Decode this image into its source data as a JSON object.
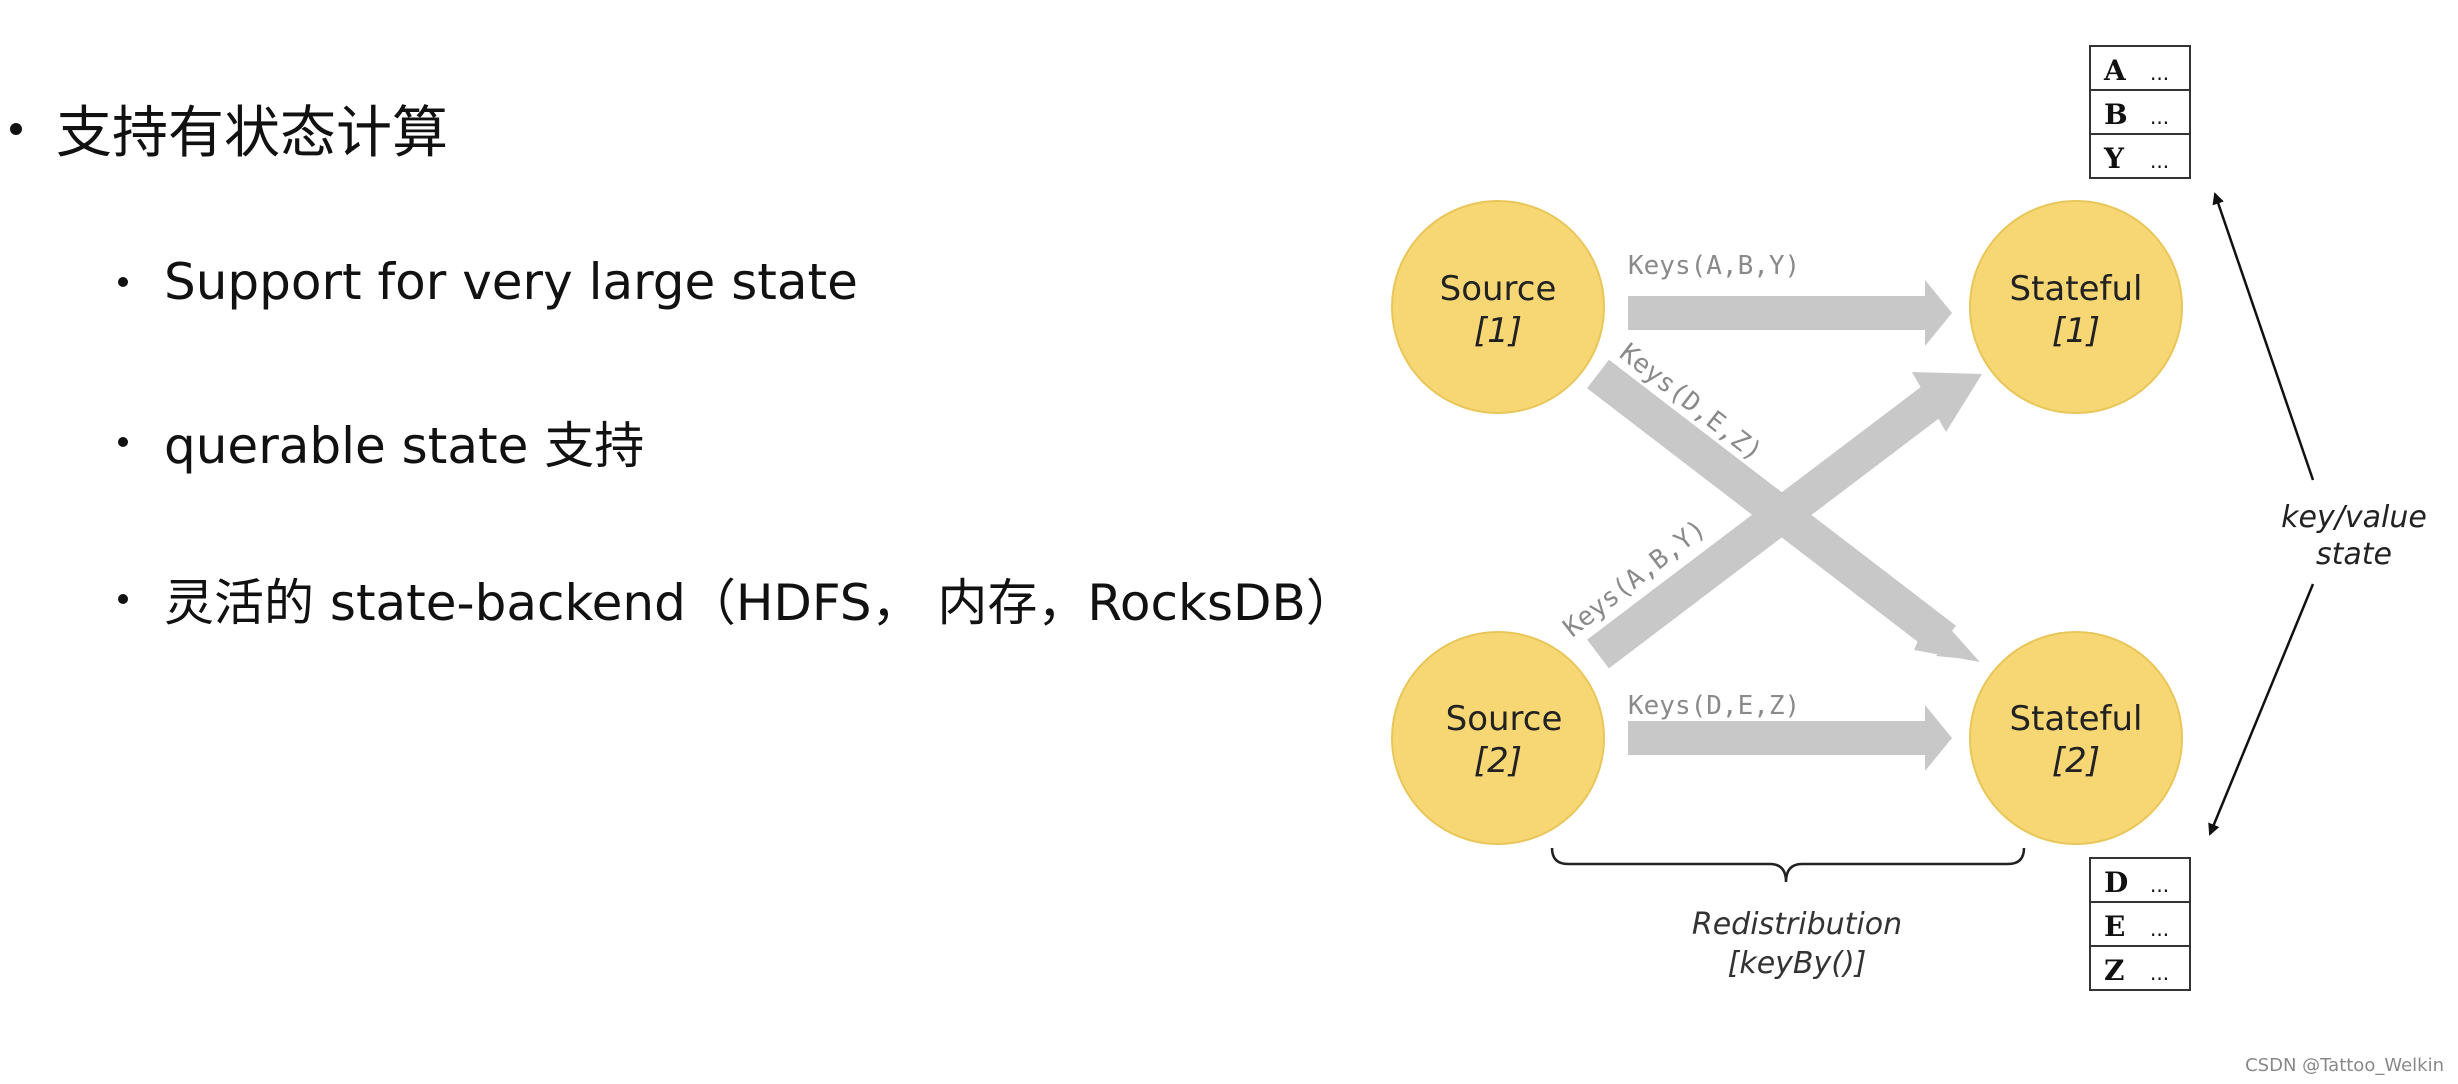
{
  "bullets": {
    "main": "支持有状态计算",
    "sub": [
      "Support for very large state",
      "querable state 支持",
      "灵活的 state-backend（HDFS， 内存，RocksDB）"
    ]
  },
  "diagram": {
    "sources": [
      {
        "name": "Source",
        "index": "[1]"
      },
      {
        "name": "Source",
        "index": "[2]"
      }
    ],
    "stateful": [
      {
        "name": "Stateful",
        "index": "[1]"
      },
      {
        "name": "Stateful",
        "index": "[2]"
      }
    ],
    "edges": [
      {
        "label": "Keys(A,B,Y)"
      },
      {
        "label": "Keys(D,E,Z)"
      },
      {
        "label": "Keys(A,B,Y)"
      },
      {
        "label": "Keys(D,E,Z)"
      }
    ],
    "state_top": [
      {
        "key": "A",
        "value": "..."
      },
      {
        "key": "B",
        "value": "..."
      },
      {
        "key": "Y",
        "value": "..."
      }
    ],
    "state_bottom": [
      {
        "key": "D",
        "value": "..."
      },
      {
        "key": "E",
        "value": "..."
      },
      {
        "key": "Z",
        "value": "..."
      }
    ],
    "kv_label": [
      "key/value",
      "state"
    ],
    "redistribution": [
      "Redistribution",
      "[keyBy()]"
    ]
  },
  "colors": {
    "node_fill": "#f7d774",
    "node_stroke": "#e9c65a",
    "arrow": "#c8c8c8",
    "text": "#111111"
  },
  "watermark": "CSDN @Tattoo_Welkin"
}
